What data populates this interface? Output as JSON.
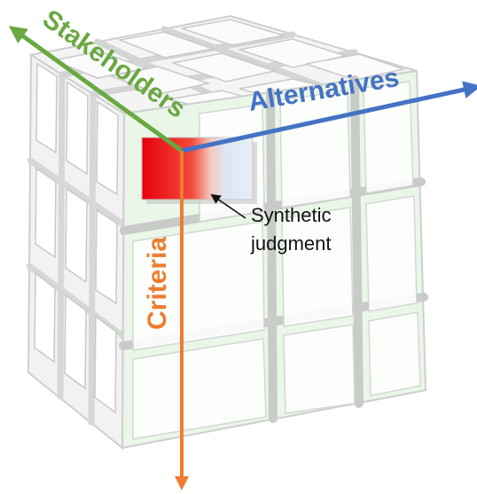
{
  "axes": {
    "stakeholders": {
      "label": "Stakeholders",
      "color": "#6aa842"
    },
    "alternatives": {
      "label": "Alternatives",
      "color": "#4472c4"
    },
    "criteria": {
      "label": "Criteria",
      "color": "#ed7d31"
    }
  },
  "annotation": {
    "line1": "Synthetic",
    "line2": "judgment"
  },
  "colors": {
    "front_face": "#eaf6e8",
    "top_face": "#f4f4f4",
    "side_face": "#f2f2f2",
    "grid_line": "#c6c9c6",
    "cell_fill": "#ffffff",
    "highlight_red": "#e8000c",
    "highlight_blue": "#dbe6f3"
  }
}
